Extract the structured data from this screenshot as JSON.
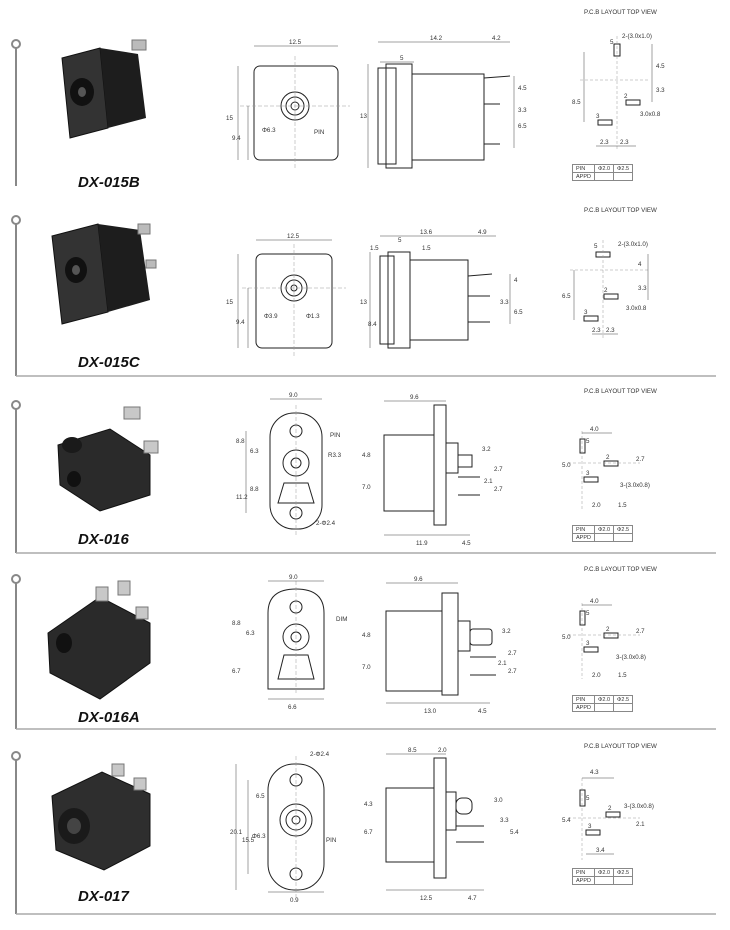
{
  "layout_header": "P.C.B LAYOUT    TOP VIEW",
  "table_labels": {
    "pin": "PIN",
    "appd": "APPD",
    "d1": "Φ2.0",
    "d2": "Φ2.5"
  },
  "pin_numbers": [
    "5",
    "2",
    "3"
  ],
  "products": [
    {
      "model": "DX-015B",
      "front": {
        "width": "12.5",
        "height": "15",
        "lower": "9.4",
        "diameter": "Φ6.3",
        "pin": "PIN"
      },
      "side": {
        "top1": "14.2",
        "top2": "4.2",
        "body": "5",
        "height": "13",
        "r1": "4.5",
        "r2": "3.3",
        "r3": "6.5"
      },
      "pcb": {
        "note_top": "2-(3.0x1.0)",
        "note_bottom": "3.0x0.8",
        "v1": "4.5",
        "v2": "3.3",
        "left": "8.5",
        "b1": "2.3",
        "b2": "2.3"
      }
    },
    {
      "model": "DX-015C",
      "front": {
        "width": "12.5",
        "height": "15",
        "lower": "9.4",
        "diameter": "Φ3.9",
        "pin": "Φ1.3"
      },
      "side": {
        "top1": "13.6",
        "top2": "4.9",
        "body": "5",
        "t1": "1.5",
        "t2": "1.5",
        "height": "13",
        "lower": "8.4",
        "r1": "4",
        "r2": "3.3",
        "r3": "6.5"
      },
      "pcb": {
        "note_top": "2-(3.0x1.0)",
        "note_bottom": "3.0x0.8",
        "v1": "4",
        "v2": "3.3",
        "left": "6.5",
        "b1": "2.3",
        "b2": "2.3"
      }
    },
    {
      "model": "DX-016",
      "front": {
        "width": "9.0",
        "upper": "8.8",
        "mid": "6.3",
        "lower": "8.8",
        "total": "11.2",
        "radius": "R3.3",
        "pin": "PIN",
        "holes": "2-Φ2.4"
      },
      "side": {
        "top": "9.6",
        "h1": "4.8",
        "h2": "7.0",
        "r1": "3.2",
        "r2": "2.7",
        "r3": "2.1",
        "r4": "2.7",
        "bottom1": "11.9",
        "bottom2": "4.5"
      },
      "pcb": {
        "top": "4.0",
        "left": "5.0",
        "right": "2.7",
        "note": "3-(3.0x0.8)",
        "b1": "2.0",
        "b2": "1.5"
      }
    },
    {
      "model": "DX-016A",
      "front": {
        "width": "9.0",
        "upper": "8.8",
        "mid": "6.3",
        "lower": "6.7",
        "bottom": "6.6",
        "dim": "DIM"
      },
      "side": {
        "top": "9.6",
        "h1": "4.8",
        "h2": "7.0",
        "r1": "3.2",
        "r2": "2.7",
        "r3": "2.1",
        "r4": "2.7",
        "bottom1": "13.0",
        "bottom2": "4.5"
      },
      "pcb": {
        "top": "4.0",
        "left": "5.0",
        "right": "2.7",
        "note": "3-(3.0x0.8)",
        "b1": "2.0",
        "b2": "1.5"
      }
    },
    {
      "model": "DX-017",
      "front": {
        "holes": "2-Φ2.4",
        "total": "20.1",
        "mid": "15.5",
        "upper": "6.5",
        "diameter": "Φ6.3",
        "pin": "PIN",
        "bottom": "0.9"
      },
      "side": {
        "top1": "8.5",
        "top2": "2.0",
        "h1": "4.3",
        "h2": "6.7",
        "r1": "3.0",
        "r2": "3.3",
        "r3": "5.4",
        "bottom1": "12.5",
        "bottom2": "4.7"
      },
      "pcb": {
        "top": "4.3",
        "note": "3-(3.0x0.8)",
        "left": "5.4",
        "right": "2.1",
        "bottom": "3.4"
      }
    }
  ]
}
